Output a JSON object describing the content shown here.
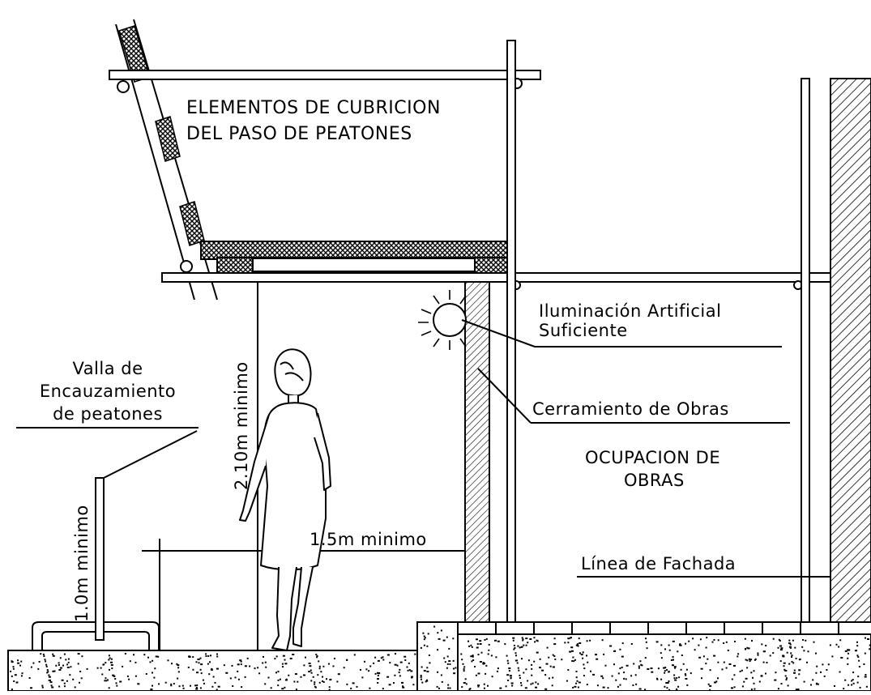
{
  "labels": {
    "cover_line1": "ELEMENTOS DE CUBRICION",
    "cover_line2": "DEL PASO DE PEATONES",
    "lighting_line1": "Iluminación Artificial",
    "lighting_line2": "Suficiente",
    "enclosure": "Cerramiento de Obras",
    "occupation_line1": "OCUPACION DE",
    "occupation_line2": "OBRAS",
    "facade_line": "Línea de Fachada",
    "fence_line1": "Valla de",
    "fence_line2": "Encauzamiento",
    "fence_line3": "de peatones",
    "height_min": "2.10m minimo",
    "width_min": "1.5m minimo",
    "fence_height_min": "1.0m minimo"
  },
  "colors": {
    "ink": "#000000",
    "paper": "#ffffff"
  }
}
